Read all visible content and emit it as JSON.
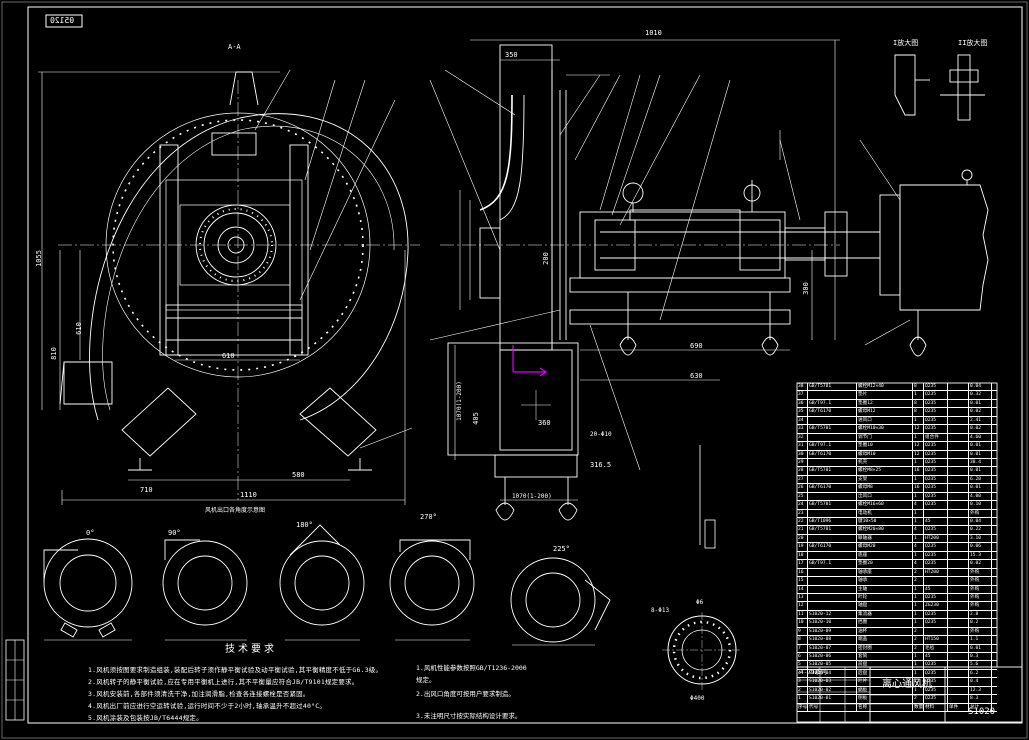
{
  "drawing": {
    "number_top": "05120",
    "title_block_number": "S1020",
    "title_block_name": "离心通风机",
    "title_block_subtitle": "4-79系列",
    "section_label": "A-A",
    "tech_requirements_title": "技术要求",
    "dim_overall_width": "1010",
    "dim_height_left": "1055",
    "dim_width_bottom": "1110",
    "dim_base": "710",
    "dim_base2": "580",
    "dim_center": "810",
    "dim_mid": "610",
    "dim_right_base": "690",
    "dim_right_base2": "630",
    "dim_shaft": "350",
    "dim_vert": "300",
    "dim_bottom_frame": "405",
    "dim_stand_width": "1070(1-200)",
    "dim_stand_height": "1070(1-200)",
    "dim_inlet": "360",
    "dim_side": "200",
    "dim_small": "316.5",
    "dim_gap": "20-Φ10",
    "dim_flange": "8-Φ13",
    "dim_flange_dia": "Φ6",
    "angle_labels": [
      "0°",
      "90°",
      "180°",
      "270°",
      "225°"
    ],
    "bottom_caption": "风机出口各角度示意图",
    "ring_label": "Φ400",
    "views_top_right": [
      "I放大图",
      "II放大图"
    ]
  },
  "notes": [
    "1.风机须按图要求制造组装,装配后转子须作静平衡试验及动平衡试验,其平衡精度不低于G6.3级。",
    "2.风机转子的静平衡试验,应在专用平衡机上进行,其不平衡量应符合JB/T9101规定要求。",
    "3.风机安装前,各部件须清洗干净,加注润滑脂,检查各连接螺栓是否紧固。",
    "4.风机出厂前应进行空运转试验,运行时间不少于2小时,轴承温升不超过40°C。",
    "5.风机涂装及包装按JB/T6444规定。"
  ],
  "notes2": [
    "1.风机性能参数按照GB/T1236-2000",
    "规定。",
    "2.出风口角度可按用户要求制造。",
    "3.未注明尺寸按实际结构设计要求。"
  ],
  "bom": [
    [
      "38",
      "GB/T5781",
      "螺栓M12×40",
      "8",
      "Q235",
      "",
      "0.04"
    ],
    [
      "37",
      "",
      "垫片",
      "1",
      "Q235",
      "",
      "0.32"
    ],
    [
      "36",
      "GB/T97.1",
      "垫圈12",
      "8",
      "Q235",
      "",
      "0.01"
    ],
    [
      "35",
      "GB/T6170",
      "螺母M12",
      "8",
      "Q235",
      "",
      "0.02"
    ],
    [
      "34",
      "",
      "进风口",
      "1",
      "Q235",
      "",
      "2.41"
    ],
    [
      "33",
      "GB/T5781",
      "螺栓M10×30",
      "12",
      "Q235",
      "",
      "0.02"
    ],
    [
      "32",
      "",
      "调节门",
      "1",
      "组合件",
      "",
      "4.60"
    ],
    [
      "31",
      "GB/T97.1",
      "垫圈10",
      "12",
      "Q235",
      "",
      "0.01"
    ],
    [
      "30",
      "GB/T6170",
      "螺母M10",
      "12",
      "Q235",
      "",
      "0.01"
    ],
    [
      "29",
      "",
      "机壳",
      "1",
      "Q235",
      "",
      "38.4"
    ],
    [
      "28",
      "GB/T5781",
      "螺栓M8×25",
      "16",
      "Q235",
      "",
      "0.01"
    ],
    [
      "27",
      "",
      "支架",
      "1",
      "Q235",
      "",
      "6.20"
    ],
    [
      "26",
      "GB/T6170",
      "螺母M8",
      "16",
      "Q235",
      "",
      "0.01"
    ],
    [
      "25",
      "",
      "出风口",
      "1",
      "Q235",
      "",
      "4.00"
    ],
    [
      "24",
      "GB/T5781",
      "螺栓M16×60",
      "4",
      "Q235",
      "",
      "0.10"
    ],
    [
      "23",
      "",
      "电动机",
      "1",
      "",
      "",
      "外购"
    ],
    [
      "22",
      "GB/T1096",
      "键10×50",
      "1",
      "45",
      "",
      "0.04"
    ],
    [
      "21",
      "GB/T5781",
      "螺栓M20×80",
      "4",
      "Q235",
      "",
      "0.22"
    ],
    [
      "20",
      "",
      "联轴器",
      "1",
      "HT200",
      "",
      "3.10"
    ],
    [
      "19",
      "GB/T6170",
      "螺母M20",
      "4",
      "Q235",
      "",
      "0.06"
    ],
    [
      "18",
      "",
      "底座",
      "1",
      "Q235",
      "",
      "15.3"
    ],
    [
      "17",
      "GB/T97.1",
      "垫圈20",
      "4",
      "Q235",
      "",
      "0.02"
    ],
    [
      "16",
      "",
      "轴承座",
      "2",
      "HT200",
      "",
      "外购"
    ],
    [
      "15",
      "",
      "轴承",
      "2",
      "",
      "",
      "外购"
    ],
    [
      "14",
      "",
      "主轴",
      "1",
      "45",
      "",
      "外购"
    ],
    [
      "13",
      "",
      "叶轮",
      "1",
      "Q235",
      "",
      "外购"
    ],
    [
      "12",
      "",
      "轴盘",
      "1",
      "ZG230",
      "",
      "外购"
    ],
    [
      "11",
      "S1020-12",
      "集流器",
      "1",
      "Q235",
      "",
      "2.8"
    ],
    [
      "10",
      "S1020-10",
      "挡圈",
      "1",
      "Q235",
      "",
      "0.2"
    ],
    [
      "9",
      "S1020-09",
      "油杯",
      "2",
      "",
      "",
      "外购"
    ],
    [
      "8",
      "S1020-08",
      "端盖",
      "2",
      "HT150",
      "",
      "1.1"
    ],
    [
      "7",
      "S1020-07",
      "密封圈",
      "2",
      "毛毡",
      "",
      "0.01"
    ],
    [
      "6",
      "S1020-06",
      "套筒",
      "1",
      "45",
      "",
      "0.3"
    ],
    [
      "5",
      "S1020-05",
      "前盘",
      "1",
      "Q235",
      "",
      "5.6"
    ],
    [
      "4",
      "S1020-04",
      "后盘",
      "1",
      "Q235",
      "",
      "6.2"
    ],
    [
      "3",
      "S1020-03",
      "叶片",
      "12",
      "Q235",
      "",
      "0.4"
    ],
    [
      "2",
      "S1020-02",
      "蜗板",
      "1",
      "Q235",
      "",
      "12.3"
    ],
    [
      "1",
      "S1020-01",
      "侧板",
      "2",
      "Q235",
      "",
      "8.3"
    ]
  ],
  "bom_header": [
    "序号",
    "代号",
    "名称",
    "数量",
    "材料",
    "单件",
    "总计"
  ]
}
